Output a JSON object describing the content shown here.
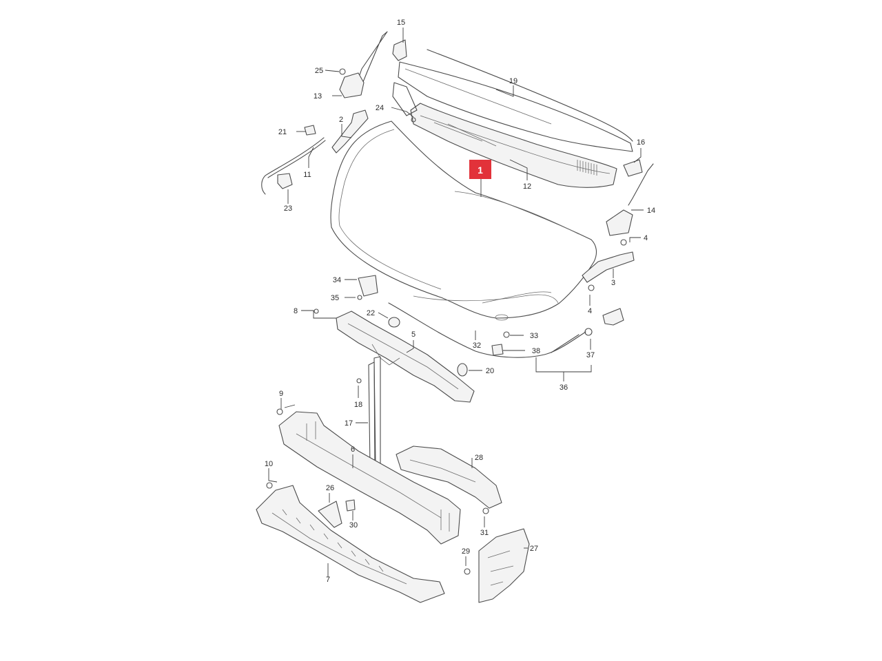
{
  "highlight": {
    "label": "1",
    "color": "#e2323a"
  },
  "labels": {
    "p2": "2",
    "p3": "3",
    "p4a": "4",
    "p4b": "4",
    "p5": "5",
    "p6": "6",
    "p7": "7",
    "p8": "8",
    "p9": "9",
    "p10": "10",
    "p11": "11",
    "p12": "12",
    "p13": "13",
    "p14": "14",
    "p15": "15",
    "p16": "16",
    "p17": "17",
    "p18": "18",
    "p19": "19",
    "p20": "20",
    "p21": "21",
    "p22": "22",
    "p23": "23",
    "p24": "24",
    "p25": "25",
    "p26": "26",
    "p27": "27",
    "p28": "28",
    "p29": "29",
    "p30": "30",
    "p31": "31",
    "p32": "32",
    "p33": "33",
    "p34": "34",
    "p35": "35",
    "p36": "36",
    "p37": "37",
    "p38": "38"
  }
}
